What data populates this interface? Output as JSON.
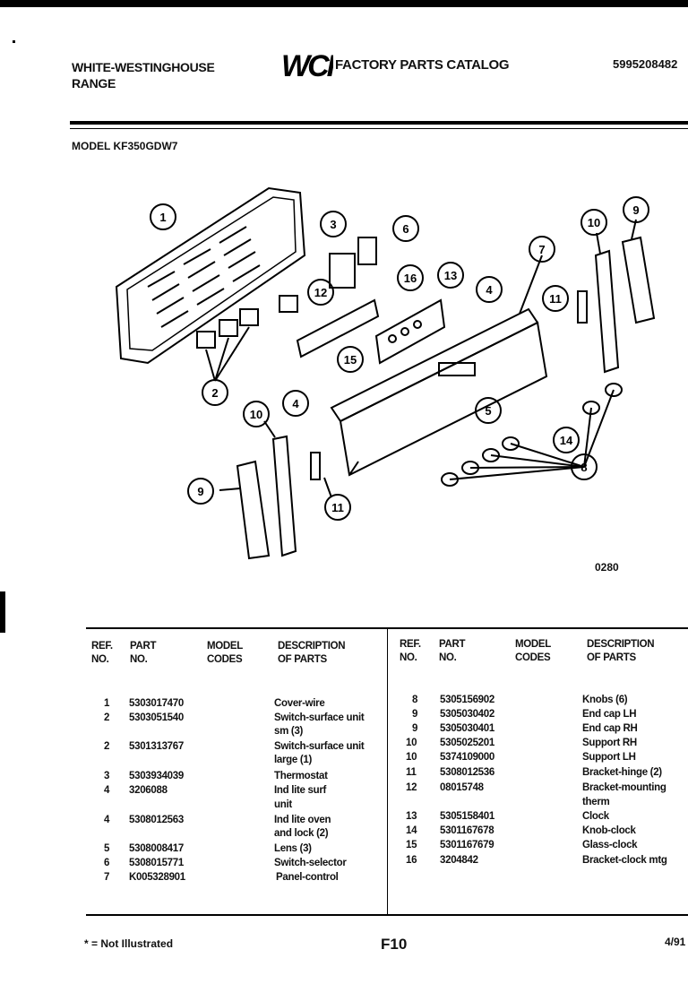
{
  "header": {
    "brand_line1": "WHITE-WESTINGHOUSE",
    "brand_line2": "RANGE",
    "logo_text": "WCI",
    "catalog_title": "FACTORY PARTS CATALOG",
    "part_code": "5995208482",
    "model_label": "MODEL KF350GDW7"
  },
  "diagram": {
    "callouts": [
      "1",
      "2",
      "3",
      "6",
      "12",
      "16",
      "13",
      "4",
      "15",
      "4",
      "5",
      "7",
      "10",
      "9",
      "11",
      "14",
      "8",
      "10",
      "9",
      "11"
    ],
    "figure_code": "0280"
  },
  "table": {
    "headers": {
      "ref_no": [
        "REF.",
        "NO."
      ],
      "part_no": [
        "PART",
        "NO."
      ],
      "model_codes": [
        "MODEL",
        "CODES"
      ],
      "description": [
        "DESCRIPTION",
        "OF PARTS"
      ]
    },
    "left_rows": [
      {
        "ref": "1",
        "part": "5303017470",
        "desc": [
          "Cover-wire"
        ]
      },
      {
        "ref": "2",
        "part": "5303051540",
        "desc": [
          "Switch-surface unit",
          "sm (3)"
        ]
      },
      {
        "ref": "2",
        "part": "5301313767",
        "desc": [
          "Switch-surface unit",
          "large (1)"
        ]
      },
      {
        "ref": "3",
        "part": "5303934039",
        "desc": [
          "Thermostat"
        ]
      },
      {
        "ref": "4",
        "part": "3206088",
        "desc": [
          "Ind lite surf",
          "unit"
        ]
      },
      {
        "ref": "4",
        "part": "5308012563",
        "desc": [
          "Ind lite oven",
          "and lock (2)"
        ]
      },
      {
        "ref": "5",
        "part": "5308008417",
        "desc": [
          "Lens (3)"
        ]
      },
      {
        "ref": "6",
        "part": "5308015771",
        "desc": [
          "Switch-selector"
        ]
      },
      {
        "ref": "7",
        "part": "K005328901",
        "desc": [
          "Panel-control"
        ]
      }
    ],
    "right_rows": [
      {
        "ref": "8",
        "part": "5305156902",
        "desc": [
          "Knobs (6)"
        ]
      },
      {
        "ref": "9",
        "part": "5305030402",
        "desc": [
          "End cap LH"
        ]
      },
      {
        "ref": "9",
        "part": "5305030401",
        "desc": [
          "End cap RH"
        ]
      },
      {
        "ref": "10",
        "part": "5305025201",
        "desc": [
          "Support RH"
        ]
      },
      {
        "ref": "10",
        "part": "5374109000",
        "desc": [
          "Support LH"
        ]
      },
      {
        "ref": "11",
        "part": "5308012536",
        "desc": [
          "Bracket-hinge (2)"
        ]
      },
      {
        "ref": "12",
        "part": "08015748",
        "desc": [
          "Bracket-mounting",
          "therm"
        ]
      },
      {
        "ref": "13",
        "part": "5305158401",
        "desc": [
          "Clock"
        ]
      },
      {
        "ref": "14",
        "part": "5301167678",
        "desc": [
          "Knob-clock"
        ]
      },
      {
        "ref": "15",
        "part": "5301167679",
        "desc": [
          "Glass-clock"
        ]
      },
      {
        "ref": "16",
        "part": "3204842",
        "desc": [
          "Bracket-clock mtg"
        ]
      }
    ]
  },
  "footer": {
    "note": "* = Not Illustrated",
    "page": "F10",
    "date": "4/91"
  }
}
